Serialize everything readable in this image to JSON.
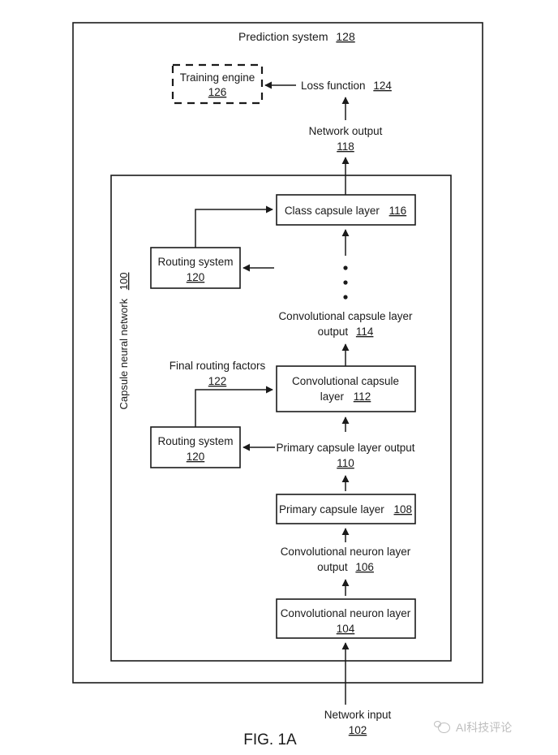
{
  "figure": {
    "caption": "FIG. 1A",
    "outer_container_label": "Prediction system",
    "outer_container_ref": "128",
    "inner_container_label": "Capsule neural network",
    "inner_container_ref": "100"
  },
  "boxes": {
    "training_engine": {
      "label": "Training engine",
      "ref": "126",
      "style": "dashed"
    },
    "class_capsule_layer": {
      "label": "Class capsule layer",
      "ref": "116",
      "style": "solid"
    },
    "routing_system_top": {
      "label": "Routing system",
      "ref": "120",
      "style": "solid"
    },
    "conv_capsule_layer": {
      "label_line1": "Convolutional capsule",
      "label_line2": "layer",
      "ref": "112",
      "style": "solid"
    },
    "routing_system_bottom": {
      "label": "Routing system",
      "ref": "120",
      "style": "solid"
    },
    "primary_capsule_layer": {
      "label": "Primary capsule layer",
      "ref": "108",
      "style": "solid"
    },
    "conv_neuron_layer": {
      "label": "Convolutional neuron layer",
      "ref": "104",
      "style": "solid"
    }
  },
  "labels": {
    "loss_function": {
      "text": "Loss function",
      "ref": "124"
    },
    "network_output": {
      "line1": "Network output",
      "ref": "118"
    },
    "conv_capsule_output": {
      "line1": "Convolutional capsule layer",
      "line2": "output",
      "ref": "114"
    },
    "final_routing_factors": {
      "line1": "Final routing factors",
      "ref": "122"
    },
    "primary_capsule_output": {
      "line1": "Primary capsule layer output",
      "ref": "110"
    },
    "conv_neuron_output": {
      "line1": "Convolutional neuron layer",
      "line2": "output",
      "ref": "106"
    },
    "network_input": {
      "line1": "Network input",
      "ref": "102"
    },
    "ellipsis": "vertical-ellipsis-three-dots"
  },
  "watermark": {
    "text": "AI科技评论",
    "logo": "cloud-circles-logo"
  },
  "colors": {
    "ink": "#1a1a1a",
    "background": "#ffffff",
    "watermark": "#555555"
  }
}
